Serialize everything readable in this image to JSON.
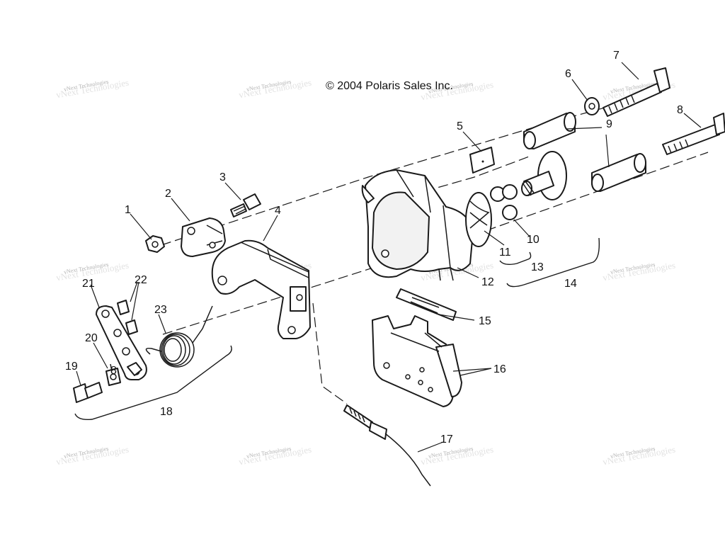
{
  "copyright": "© 2004 Polaris Sales Inc.",
  "watermark": "vNext Technologies",
  "callouts": [
    "1",
    "2",
    "3",
    "4",
    "5",
    "6",
    "7",
    "8",
    "9",
    "10",
    "11",
    "12",
    "13",
    "14",
    "15",
    "16",
    "17",
    "18",
    "19",
    "20",
    "21",
    "22",
    "23",
    "8"
  ]
}
